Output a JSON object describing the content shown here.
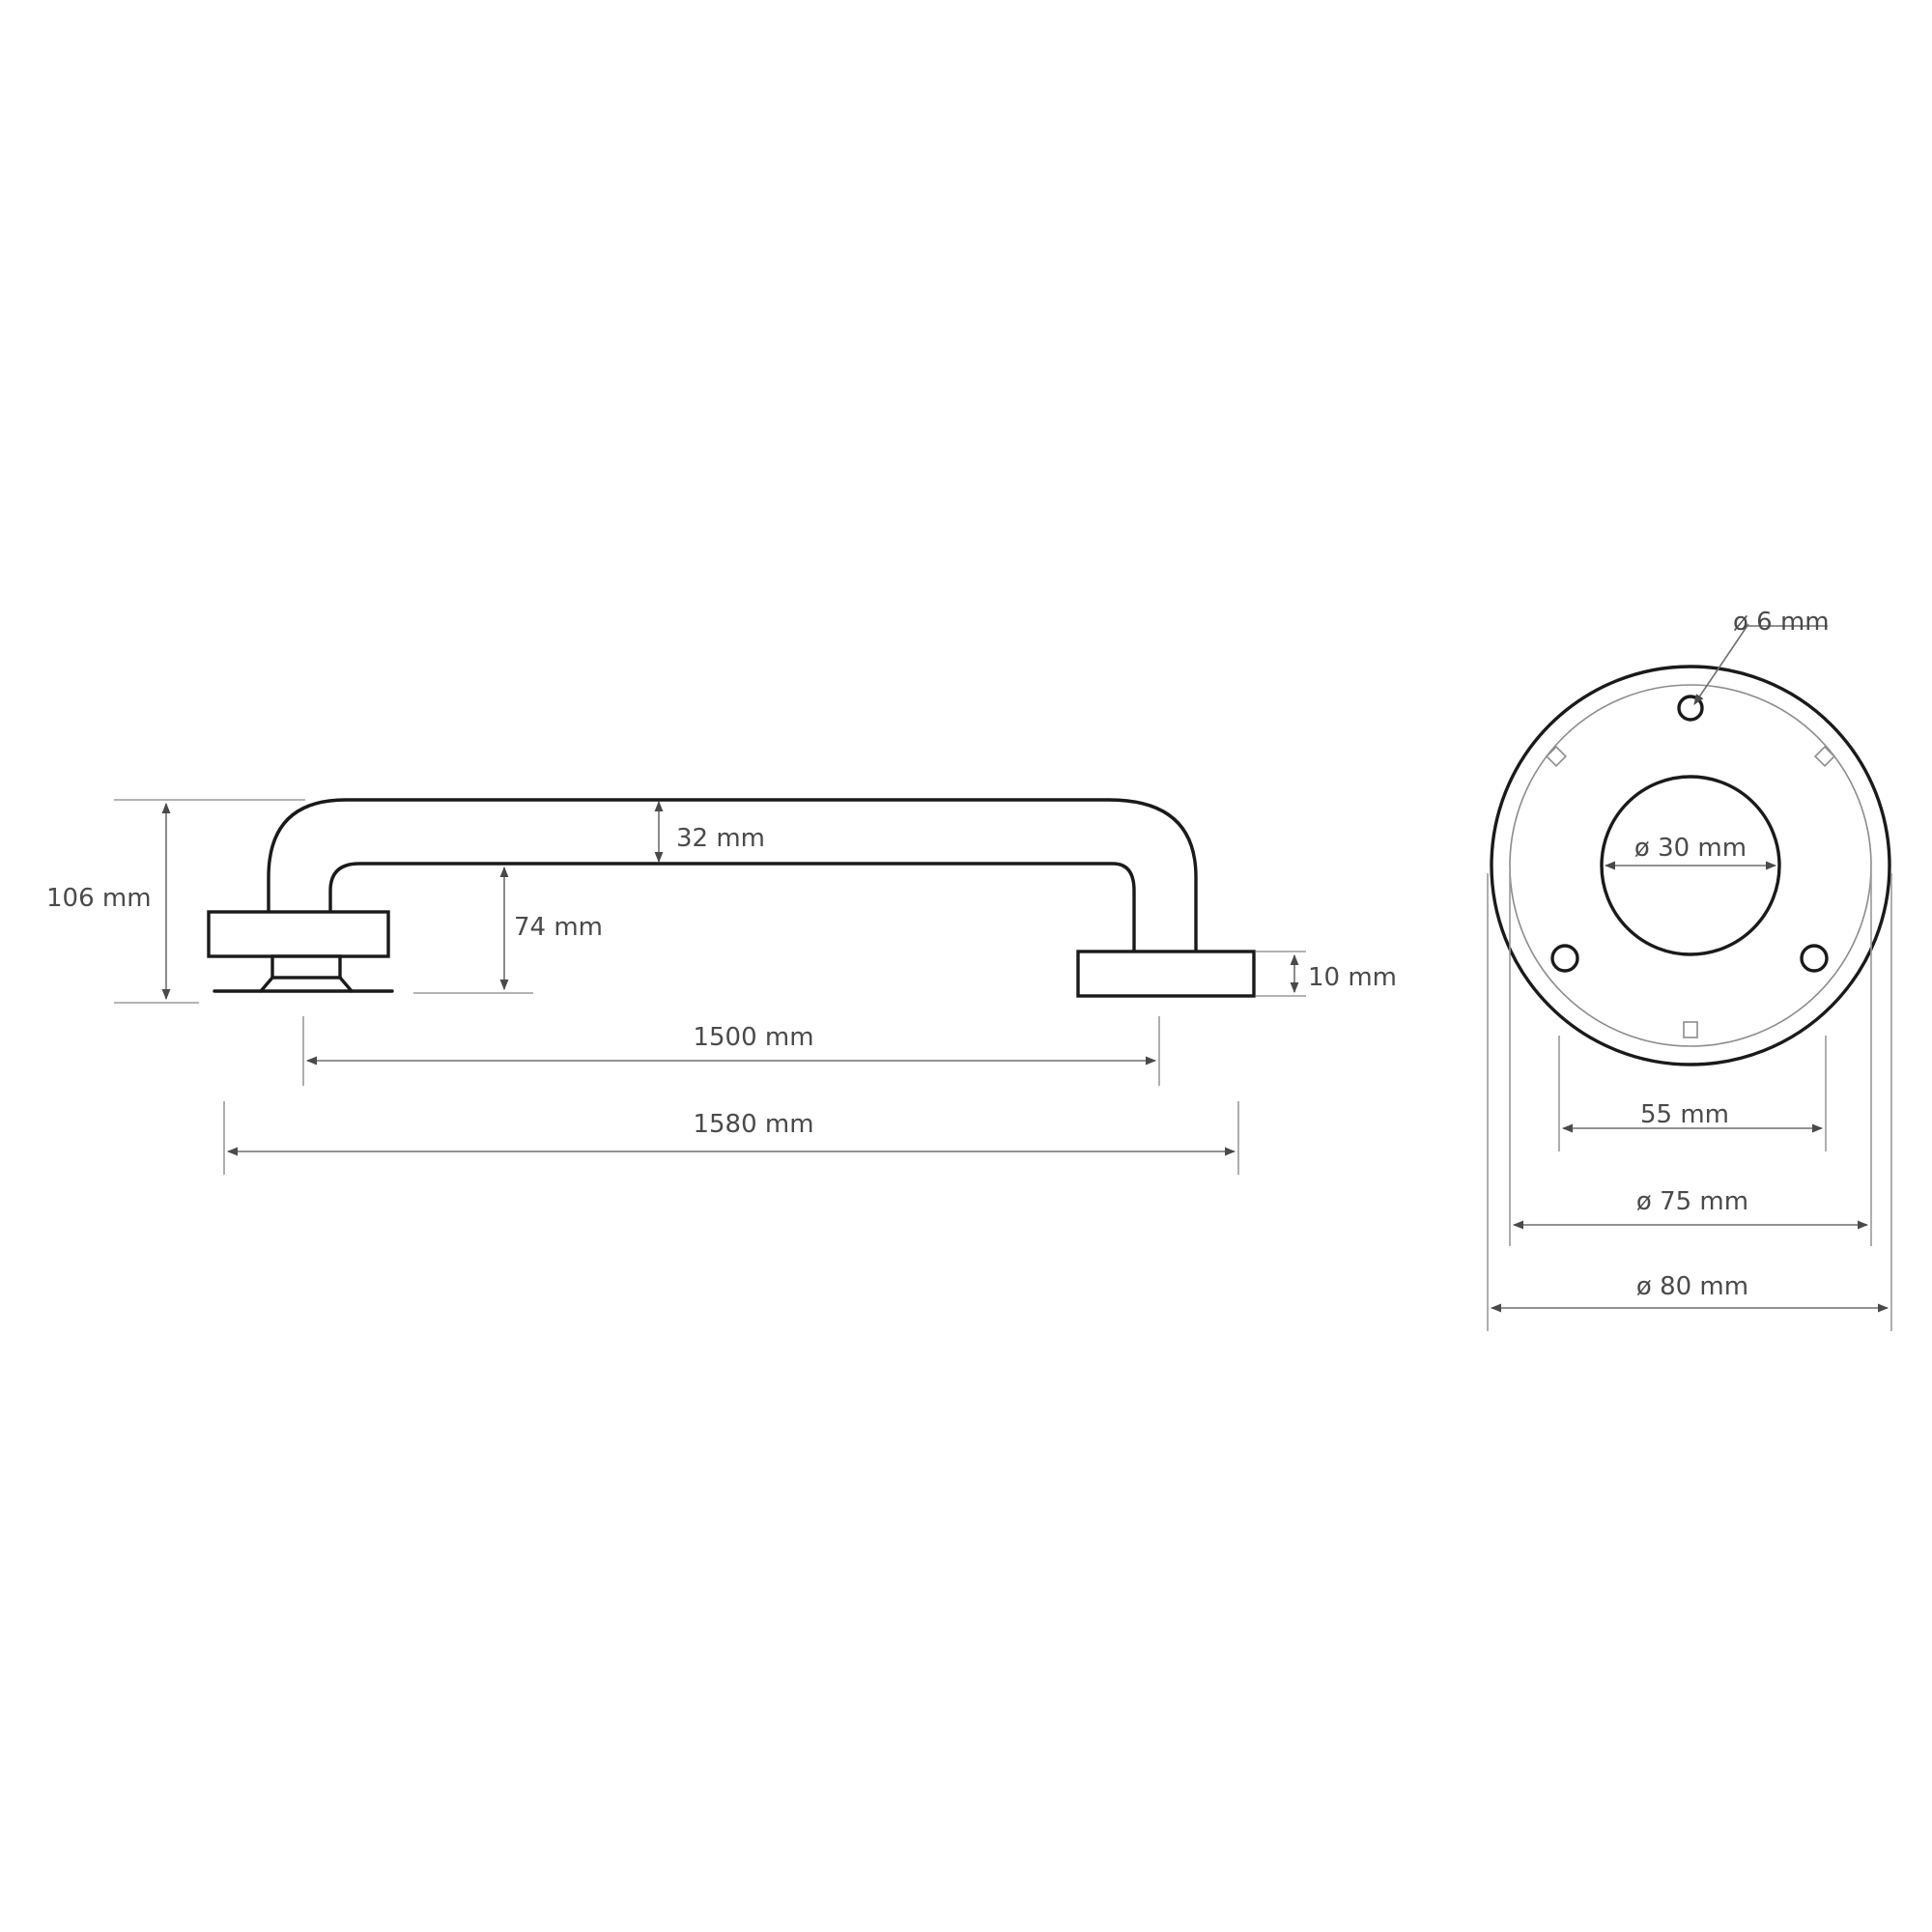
{
  "labels": {
    "height_total": "106 mm",
    "tube_diameter": "32 mm",
    "inner_height": "74 mm",
    "flange_thickness": "10 mm",
    "center_distance": "1500 mm",
    "overall_length": "1580 mm",
    "screw_hole": "ø 6 mm",
    "center_hole": "ø 30 mm",
    "hole_spacing": "55 mm",
    "inner_diameter": "ø 75 mm",
    "outer_diameter": "ø 80 mm"
  }
}
